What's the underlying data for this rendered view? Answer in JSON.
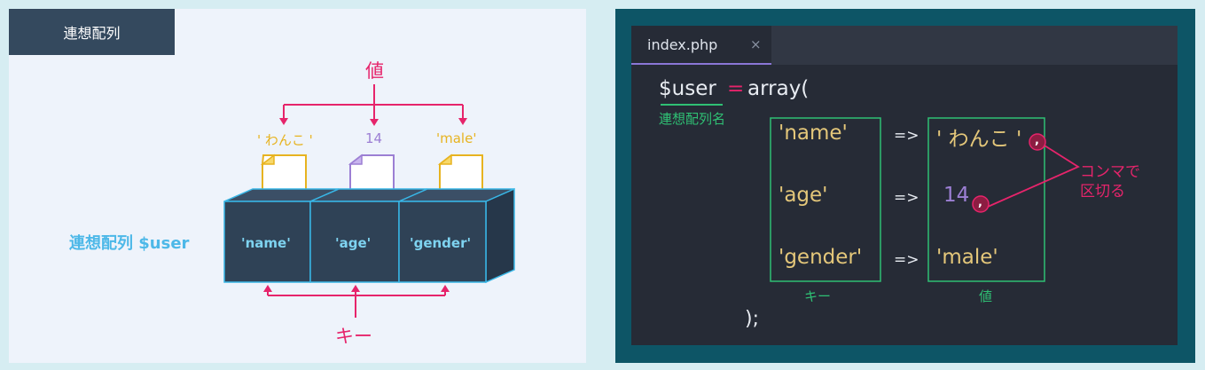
{
  "left": {
    "title": "連想配列",
    "value_label": "値",
    "key_label": "キー",
    "array_label": "連想配列 $user",
    "values": [
      "' わんこ '",
      "14",
      "'male'"
    ],
    "keys": [
      "'name'",
      "'age'",
      "'gender'"
    ]
  },
  "editor": {
    "tab_name": "index.php",
    "tab_close": "×",
    "decl_var": "$user",
    "decl_eq": "=",
    "decl_func": "array(",
    "var_caption": "連想配列名",
    "keys": [
      "'name'",
      "'age'",
      "'gender'"
    ],
    "arrow": "=>",
    "values": [
      "' わんこ '",
      "14",
      "'male'"
    ],
    "comma": ",",
    "comma_note": [
      "コンマで",
      "区切る"
    ],
    "key_caption": "キー",
    "value_caption": "値",
    "closing": ");"
  },
  "colors": {
    "accent_pink": "#e6246b",
    "string_yellow": "#e7b320",
    "number_purple": "#9c7fd4",
    "key_blue": "#7ed3f0",
    "box_green": "#2fc074",
    "cube_dark": "#2f4256"
  }
}
